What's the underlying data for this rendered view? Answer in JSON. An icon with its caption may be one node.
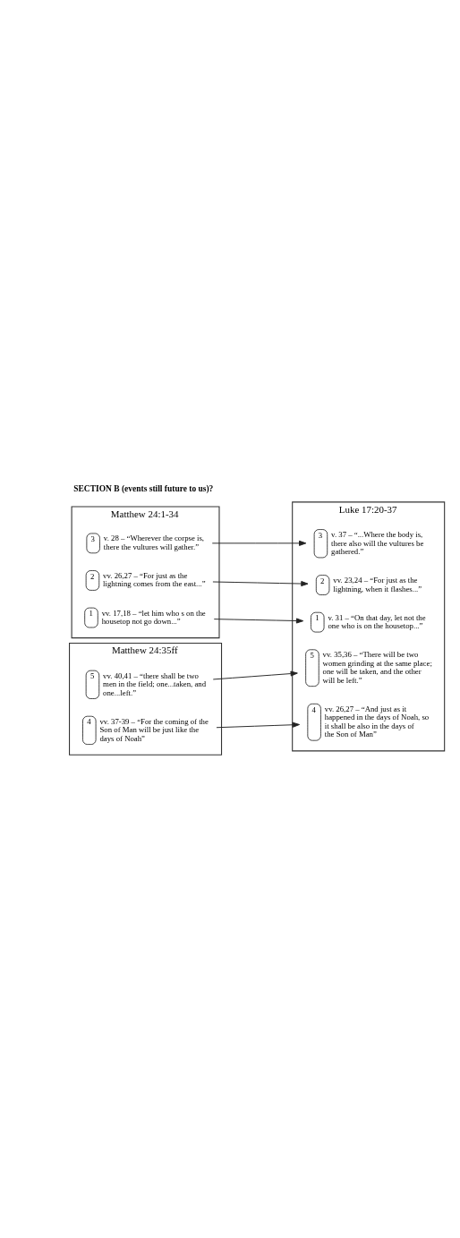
{
  "diagram": {
    "nodes": [
      {
        "text": [
          "Matthew 24:1-34"
        ]
      },
      {
        "text": [
          "1",
          "vv. 17,18 – “let him who s on the housetop not go down...”"
        ],
        "in": 0
      },
      {
        "text": [
          "2",
          "vv. 26,27 – “For just as the lightning comes from the east...”"
        ],
        "in": 0
      },
      {
        "text": [
          "3",
          "v. 28 – “Wherever the corpse is, there the vultures will gather.”"
        ],
        "in": 0
      },
      {
        "text": [
          "Matthew 24:35ff"
        ]
      },
      {
        "text": [
          "4",
          "vv. 37-39 – “For the coming of the Son of Man will be just like the days of Noah”"
        ],
        "in": 4
      },
      {
        "text": [
          "5",
          "vv. 40,41 – “there shall be two men in the field; one...taken, and one...left.”"
        ],
        "in": 4
      },
      {
        "text": [
          "Luke 17:20-37"
        ]
      },
      {
        "text": [
          "2",
          "vv. 23,24 – “For just as the lightning, when it flashes...”"
        ],
        "in": 7
      },
      {
        "text": [
          "4",
          "vv. 26,27 – “And just as it happened in the days of Noah, so it shall be also in the days of the Son of Man”"
        ],
        "in": 7
      },
      {
        "text": [
          "1",
          "v. 31 – “On that day, let not the one who is on the housetop...”"
        ],
        "in": 7
      },
      {
        "text": [
          "5",
          "vv. 35,36 – “There will be two women grinding at the same place; one will be taken, and the other will be left.”"
        ],
        "in": 7
      },
      {
        "text": [
          "3",
          "v. 37 – “...Where the body is, there also will the vultures be gathered.”"
        ],
        "in": 7
      }
    ],
    "edges": [
      {
        "from": 1,
        "to": 10,
        "arrow": "to"
      },
      {
        "from": 2,
        "to": 8,
        "arrow": "to"
      },
      {
        "from": 3,
        "to": 12,
        "arrow": "to"
      },
      {
        "from": 5,
        "to": 9,
        "arrow": "to"
      },
      {
        "from": 6,
        "to": 11,
        "arrow": "to"
      }
    ],
    "labels": [
      "SECTION B (events still future to us)?"
    ]
  }
}
